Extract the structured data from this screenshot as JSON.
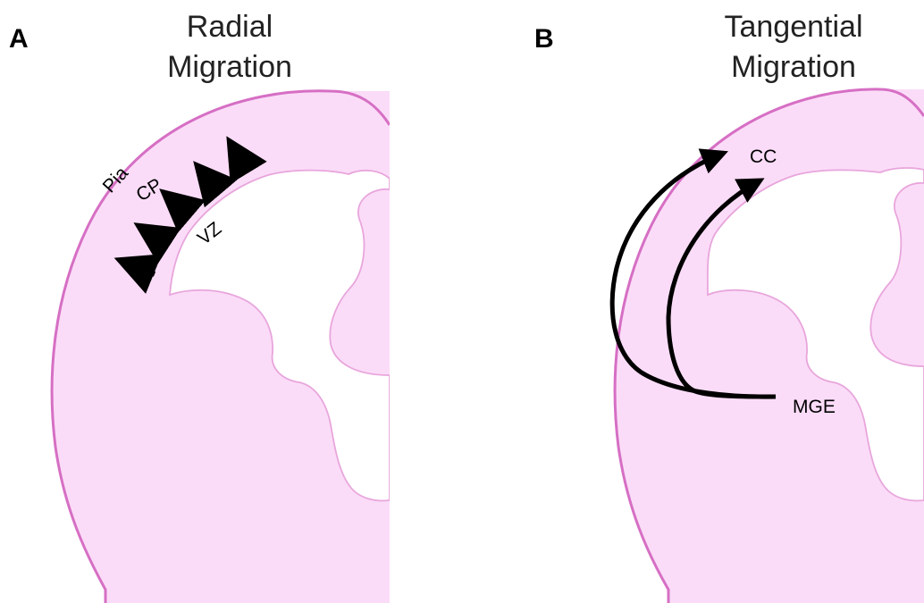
{
  "colors": {
    "tissue_fill": "#fbdcf8",
    "tissue_outline": "#d66fc4",
    "ventricle_outline": "#e8a6dc",
    "arrow": "#000000"
  },
  "panel_a": {
    "letter": "A",
    "title_line1": "Radial",
    "title_line2": "Migration",
    "labels": {
      "pia": "Pia",
      "cp": "CP",
      "vz": "VZ"
    },
    "arrow_count": 5
  },
  "panel_b": {
    "letter": "B",
    "title_line1": "Tangential",
    "title_line2": "Migration",
    "labels": {
      "cc": "CC",
      "mge": "MGE"
    },
    "arrow_count": 2
  },
  "icons": {
    "radial_arrow": "straight-arrow-icon",
    "tangential_arrow": "curved-arrow-icon"
  }
}
